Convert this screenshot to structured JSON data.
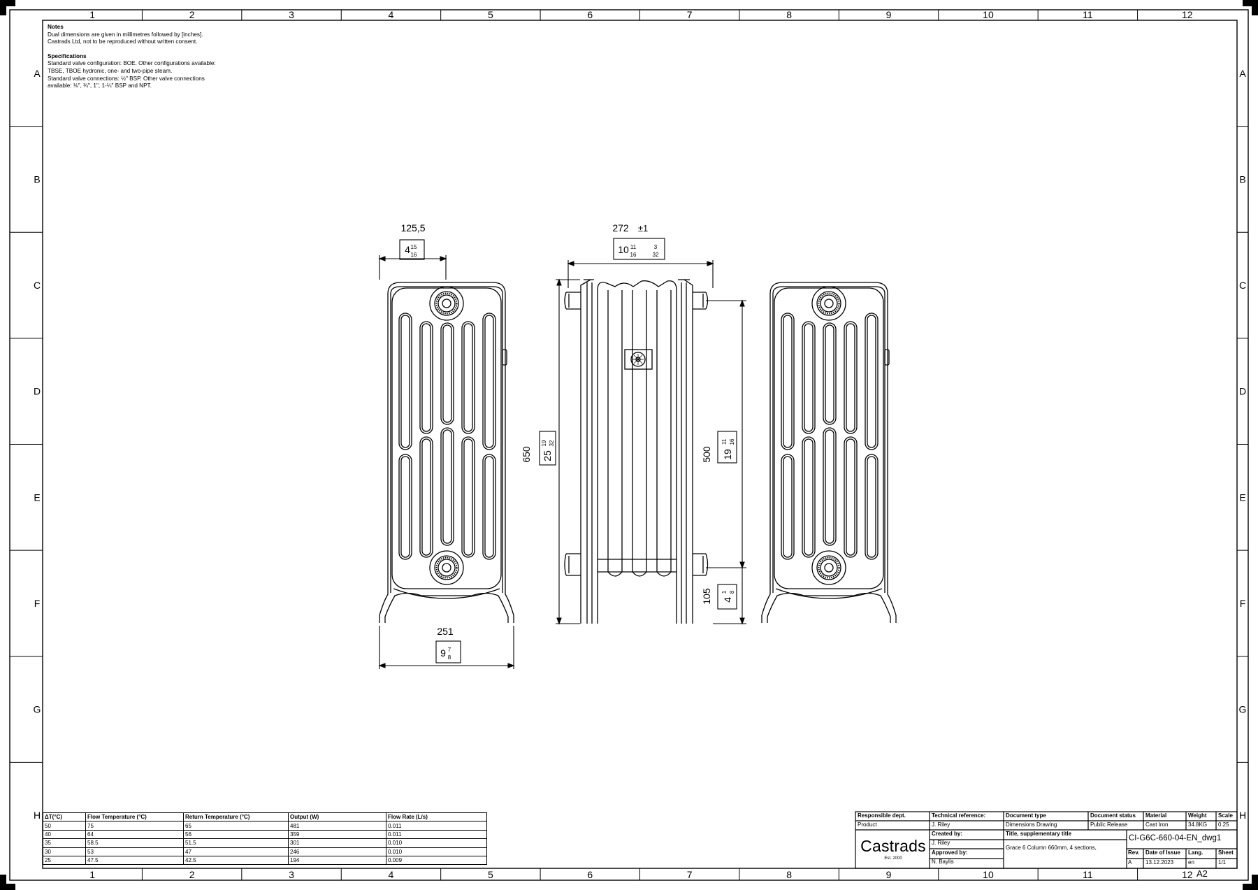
{
  "border": {
    "columns": [
      "1",
      "2",
      "3",
      "4",
      "5",
      "6",
      "7",
      "8",
      "9",
      "10",
      "11",
      "12"
    ],
    "rows": [
      "A",
      "B",
      "C",
      "D",
      "E",
      "F",
      "G",
      "H"
    ]
  },
  "notes": {
    "title": "Notes",
    "lines": [
      "Dual dimensions are given in millimetres followed by [inches].",
      "Castrads Ltd, not to be reproduced without written consent."
    ],
    "spec_title": "Specifications",
    "spec_lines": [
      "Standard valve configuration: BOE. Other configurations available:",
      "TBSE, TBOE hydronic, one- and two-pipe steam.",
      "Standard valve connections: ½\" BSP. Other valve connections",
      "available: ⅛\", ¾\", 1\", 1-¼\" BSP and NPT."
    ]
  },
  "dimensions": {
    "depth_mm": "125,5",
    "depth_in": "4",
    "depth_frac_num": "15",
    "depth_frac_den": "16",
    "width_mm": "272",
    "width_tol": "±1",
    "width_in": "10",
    "width_frac_num": "11",
    "width_frac_den": "16",
    "width_tol_num": "3",
    "width_tol_den": "32",
    "foot_mm": "251",
    "foot_in": "9",
    "foot_frac_num": "7",
    "foot_frac_den": "8",
    "height_mm": "650",
    "height_in": "25",
    "height_frac_num": "19",
    "height_frac_den": "32",
    "centres_mm": "500",
    "centres_in": "19",
    "centres_frac_num": "11",
    "centres_frac_den": "16",
    "floor_mm": "105",
    "floor_in": "4",
    "floor_frac_num": "1",
    "floor_frac_den": "8"
  },
  "performance_table": {
    "headers": [
      "ΔT(°C)",
      "Flow Temperature (°C)",
      "Return Temperature (°C)",
      "Output (W)",
      "Flow Rate (L/s)"
    ],
    "rows": [
      [
        "50",
        "75",
        "65",
        "481",
        "0.011"
      ],
      [
        "40",
        "64",
        "56",
        "359",
        "0.011"
      ],
      [
        "35",
        "58.5",
        "51.5",
        "301",
        "0.010"
      ],
      [
        "30",
        "53",
        "47",
        "246",
        "0.010"
      ],
      [
        "25",
        "47.5",
        "42.5",
        "194",
        "0.009"
      ]
    ]
  },
  "title_block": {
    "responsible_dept_label": "Responsible dept.",
    "responsible_dept": "Product",
    "technical_ref_label": "Technical reference:",
    "technical_ref": "J. Riley",
    "created_by_label": "Created by:",
    "created_by": "J. Riley",
    "approved_by_label": "Approved by:",
    "approved_by": "N. Baylis",
    "document_type_label": "Document type",
    "document_type": "Dimensions Drawing",
    "document_status_label": "Document status",
    "document_status": "Public Release",
    "title_label": "Title, supplementary title",
    "title": "Grace 6 Column 660mm, 4 sections,",
    "material_label": "Material",
    "material": "Cast Iron",
    "weight_label": "Weight",
    "weight": "34.8KG",
    "scale_label": "Scale",
    "scale": "0.25",
    "drawing_number": "CI-G6C-660-04-EN_dwg1",
    "rev_label": "Rev.",
    "rev": "A",
    "date_label": "Date of Issue",
    "date": "13.12.2023",
    "lang_label": "Lang.",
    "lang": "en",
    "sheet_label": "Sheet",
    "sheet": "1/1",
    "logo_name": "Castrads",
    "logo_est": "Est. 2000",
    "paper_size": "A2"
  },
  "colors": {
    "line": "#000000",
    "paper": "#ffffff",
    "column_shade": "#eeeeee"
  }
}
